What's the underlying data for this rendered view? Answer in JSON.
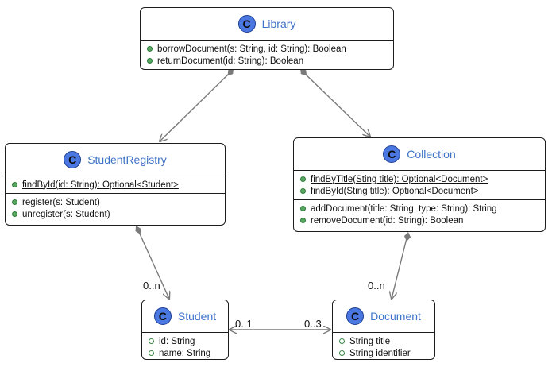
{
  "classes": {
    "library": {
      "name": "Library",
      "icon": "C",
      "methods": [
        "borrowDocument(s: String, id: String): Boolean",
        "returnDocument(id: String): Boolean"
      ]
    },
    "student_registry": {
      "name": "StudentRegistry",
      "icon": "C",
      "static_methods": [
        "findById(id: String): Optional<Student>"
      ],
      "methods": [
        "register(s: Student)",
        "unregister(s: Student)"
      ]
    },
    "collection": {
      "name": "Collection",
      "icon": "C",
      "static_methods": [
        "findByTitle(Sting title): Optional<Document>",
        "findById(Sting title): Optional<Document>"
      ],
      "methods": [
        "addDocument(title: String, type: String): String",
        "removeDocument(id: String): Boolean"
      ]
    },
    "student": {
      "name": "Student",
      "icon": "C",
      "fields": [
        "id: String",
        "name: String"
      ]
    },
    "document": {
      "name": "Document",
      "icon": "C",
      "fields": [
        "String title",
        "String identifier"
      ]
    }
  },
  "multiplicities": {
    "registry_student": "0..n",
    "collection_document": "0..n",
    "student_side": "0..1",
    "document_side": "0..3"
  },
  "colors": {
    "class_name": "#3f73c7",
    "class_icon": "#4a78e0",
    "public_dot": "#58a862",
    "edge": "#7a7a7a"
  }
}
